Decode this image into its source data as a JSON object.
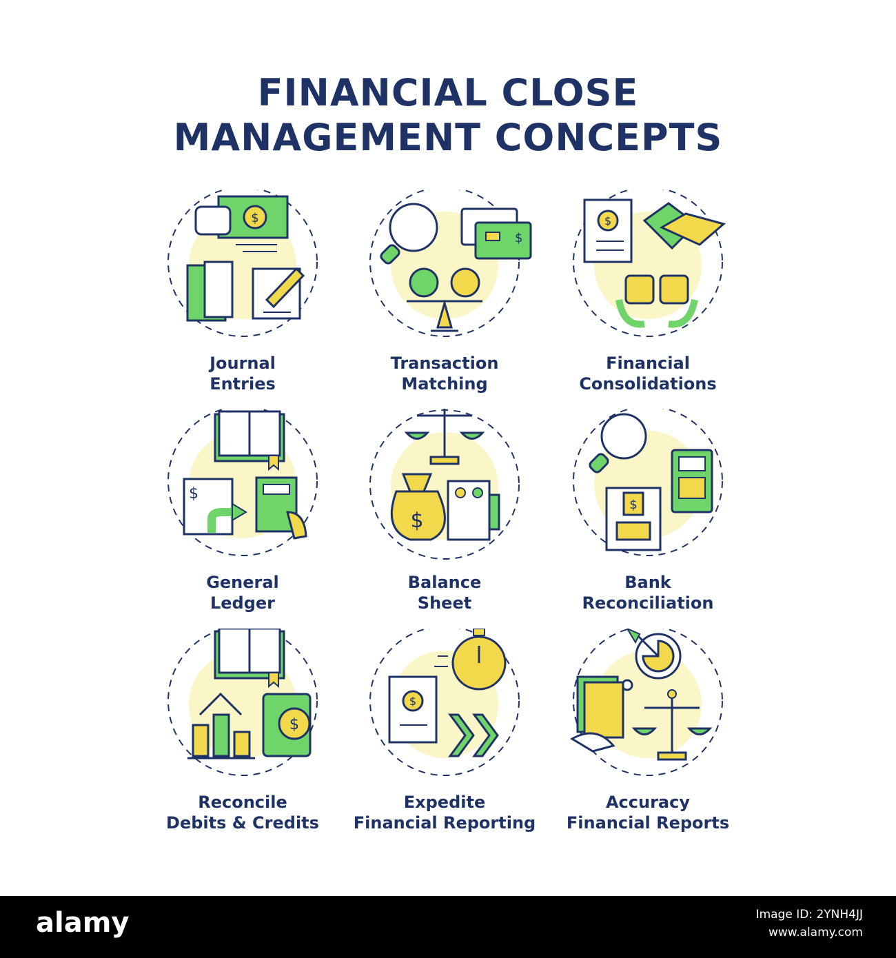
{
  "title_line1": "FINANCIAL CLOSE",
  "title_line2": "MANAGEMENT CONCEPTS",
  "colors": {
    "navy": "#1f3266",
    "green": "#6fd46a",
    "yellow": "#f2d84b",
    "pale": "#fbf6c8"
  },
  "items": [
    {
      "line1": "Journal",
      "line2": "Entries",
      "icon": "journal-entries-icon"
    },
    {
      "line1": "Transaction",
      "line2": "Matching",
      "icon": "transaction-matching-icon"
    },
    {
      "line1": "Financial",
      "line2": "Consolidations",
      "icon": "financial-consolidations-icon"
    },
    {
      "line1": "General",
      "line2": "Ledger",
      "icon": "general-ledger-icon"
    },
    {
      "line1": "Balance",
      "line2": "Sheet",
      "icon": "balance-sheet-icon"
    },
    {
      "line1": "Bank",
      "line2": "Reconciliation",
      "icon": "bank-reconciliation-icon"
    },
    {
      "line1": "Reconcile",
      "line2": "Debits & Credits",
      "icon": "reconcile-debits-credits-icon"
    },
    {
      "line1": "Expedite",
      "line2": "Financial Reporting",
      "icon": "expedite-financial-reporting-icon"
    },
    {
      "line1": "Accuracy",
      "line2": "Financial Reports",
      "icon": "accuracy-financial-reports-icon"
    }
  ],
  "footer": {
    "logo": "alamy",
    "image_id": "Image ID: 2YNH4JJ",
    "site": "www.alamy.com"
  }
}
